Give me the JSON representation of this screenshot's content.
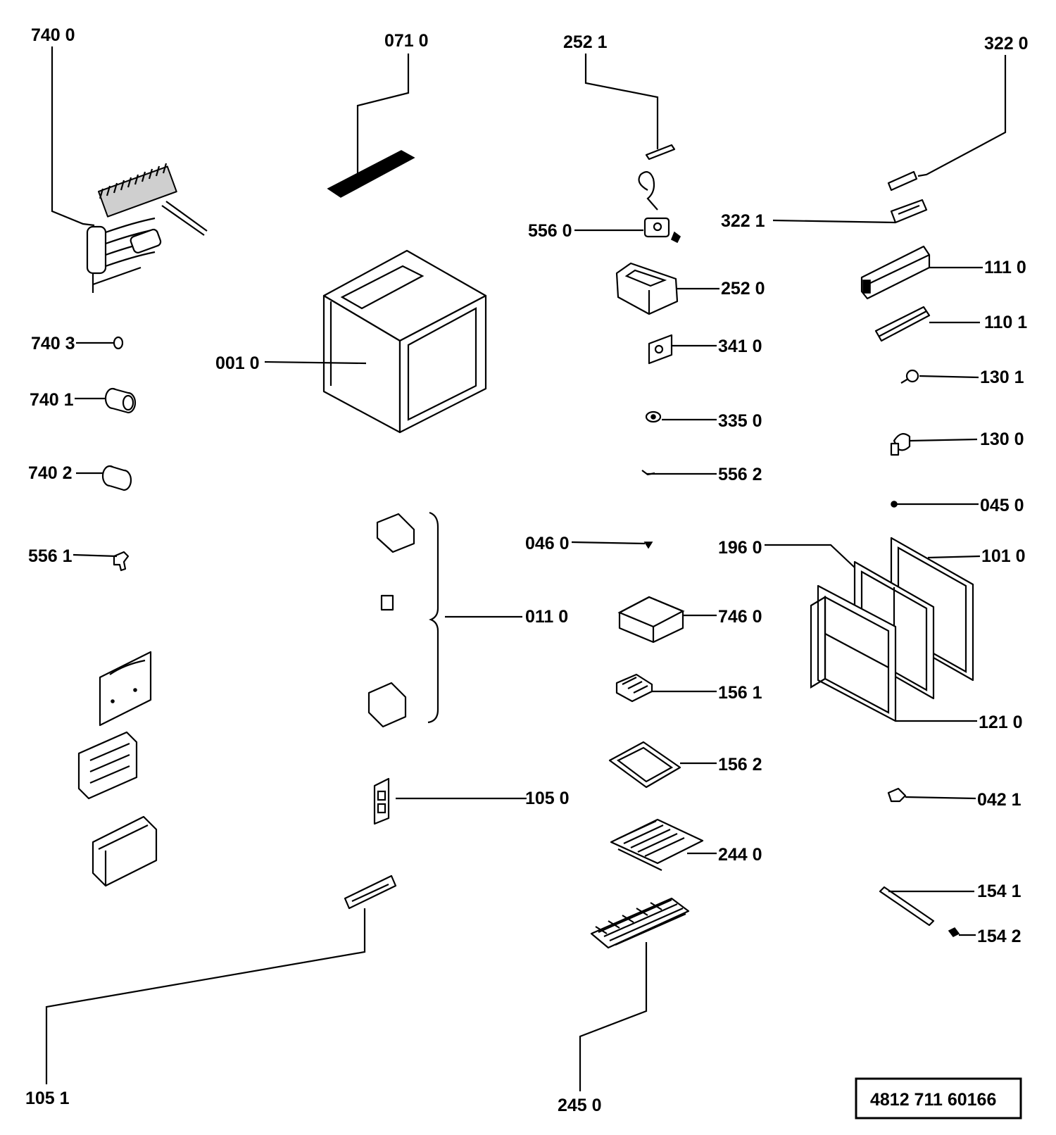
{
  "labels": {
    "l7400": "740 0",
    "l0710": "071  0",
    "l2521": "252  1",
    "l3220": "322 0",
    "l5560": "556 0",
    "l3221": "322 1",
    "l1110": "111 0",
    "l2520": "252 0",
    "l1101": "110 1",
    "l7403": "740 3",
    "l3410": "341 0",
    "l0010": "001 0",
    "l1301": "130 1",
    "l7401": "740 1",
    "l3350": "335 0",
    "l1300": "130 0",
    "l7402": "740 2",
    "l5562": "556 2",
    "l0450": "045 0",
    "l0460": "046 0",
    "l1960": "196 0",
    "l1010": "101 0",
    "l5561": "556 1",
    "l0110": "011 0",
    "l7460": "746 0",
    "l1561": "156  1",
    "l1210": "121 0",
    "l1562": "156  2",
    "l1050": "105 0",
    "l0421": "042 1",
    "l2440": "244 0",
    "l1541": "154 1",
    "l1542": "154  2",
    "l1051": "105  1",
    "l2450": "245  0",
    "code": "4812  711  60166"
  }
}
